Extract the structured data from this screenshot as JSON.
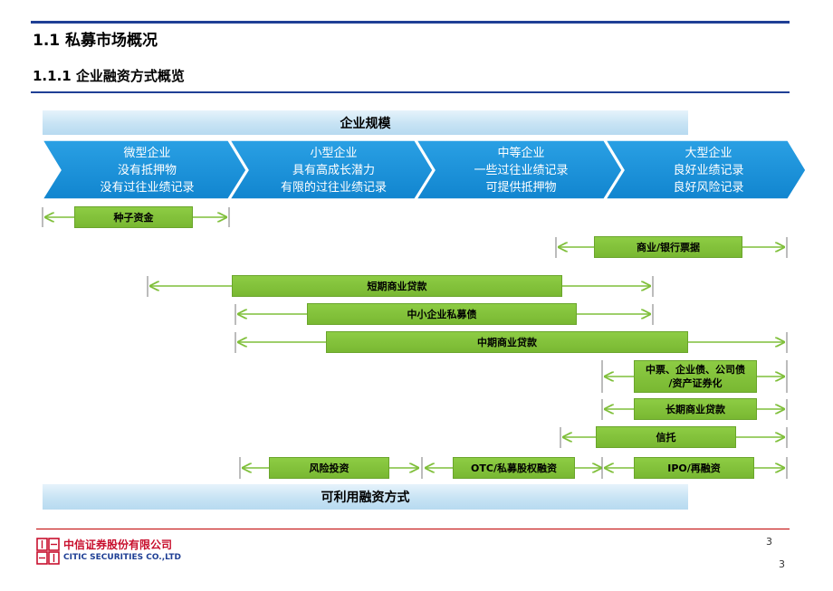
{
  "titles": {
    "h1": "1.1  私募市场概况",
    "h2": "1.1.1 企业融资方式概览"
  },
  "top_band": "企业规模",
  "bottom_band": "可利用融资方式",
  "stages": [
    {
      "l1": "微型企业",
      "l2": "没有抵押物",
      "l3": "没有过往业绩记录"
    },
    {
      "l1": "小型企业",
      "l2": "具有高成长潜力",
      "l3": "有限的过往业绩记录"
    },
    {
      "l1": "中等企业",
      "l2": "一些过往业绩记录",
      "l3": "可提供抵押物"
    },
    {
      "l1": "大型企业",
      "l2": "良好业绩记录",
      "l3": "良好风险记录"
    }
  ],
  "financing": {
    "seed": "种子资金",
    "bill": "商业/银行票据",
    "short_loan": "短期商业贷款",
    "sme_bond": "中小企业私募债",
    "mid_loan": "中期商业贷款",
    "notes_l1": "中票、企业债、公司债",
    "notes_l2": "/资产证券化",
    "long_loan": "长期商业贷款",
    "trust": "信托",
    "vc": "风险投资",
    "otc": "OTC/私募股权融资",
    "ipo": "IPO/再融资"
  },
  "footer": {
    "logo_cn": "中信证券股份有限公司",
    "logo_en": "CITIC SECURITIES CO.,LTD",
    "page_inner": "3",
    "page_outer": "3"
  },
  "colors": {
    "chevron": "#1a8fd6",
    "green": "#7fbf3a",
    "rule": "#1f3f95",
    "band": "#c7e3f4"
  }
}
